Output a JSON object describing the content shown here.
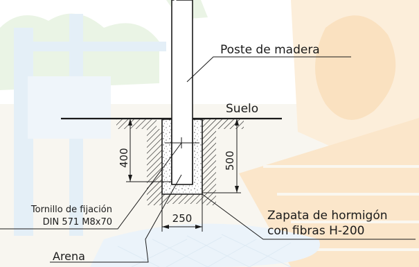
{
  "labels": {
    "post": "Poste de madera",
    "ground": "Suelo",
    "screw_line1": "Tornillo de fijación",
    "screw_line2": "DIN 571 M8x70",
    "footing_line1": "Zapata de hormigón",
    "footing_line2": "con fibras H-200",
    "sand": "Arena"
  },
  "dimensions": {
    "depth_post": "400",
    "depth_footing": "500",
    "width_footing": "250"
  },
  "colors": {
    "line": "#1a1a1a",
    "background_tint": "#f6efe2",
    "accent_orange": "#f4c48a",
    "accent_green": "#cfe6c4",
    "accent_blue": "#cfe3f2"
  }
}
